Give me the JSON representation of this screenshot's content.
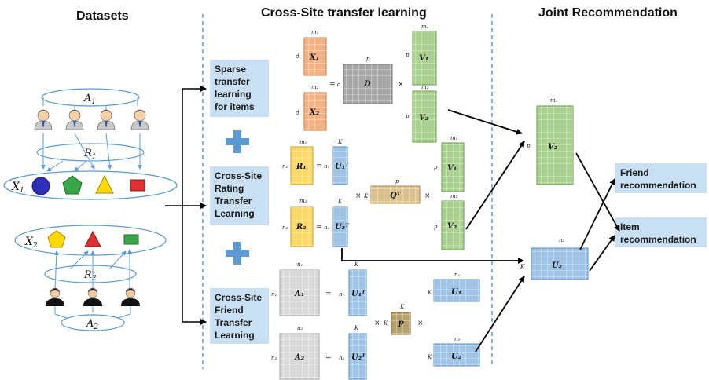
{
  "headers": {
    "datasets": "Datasets",
    "transfer": "Cross-Site transfer learning",
    "joint": "Joint Recommendation"
  },
  "blocks": {
    "sparse": "Sparse transfer learning for items",
    "rating": "Cross-Site Rating Transfer Learning",
    "friend": "Cross-Site Friend Transfer Learning"
  },
  "outputs": {
    "friend_rec": "Friend recommendation",
    "item_rec": "Item recommendation"
  },
  "datasets": {
    "A1": "A",
    "A1_sub": "1",
    "R1": "R",
    "R1_sub": "1",
    "X1": "X",
    "X1_sub": "1",
    "X2": "X",
    "X2_sub": "2",
    "R2": "R",
    "R2_sub": "2",
    "A2": "A",
    "A2_sub": "2"
  },
  "matrices": {
    "X1": "X₁",
    "X2": "X₂",
    "D": "D",
    "V1": "V₁",
    "V2": "V₂",
    "R1": "R₁",
    "R2": "R₂",
    "U1T": "U₁ᵀ",
    "U2T": "U₂ᵀ",
    "QT": "Qᵀ",
    "A1": "A₁",
    "A2": "A₂",
    "P": "P",
    "U1": "U₁",
    "U2": "U₂"
  },
  "dims": {
    "m1": "m₁",
    "m2": "m₂",
    "n1": "n₁",
    "n2": "n₂",
    "d": "d",
    "p": "p",
    "K": "K"
  },
  "symbols": {
    "eq": "=",
    "times": "×"
  },
  "colors": {
    "orange": "#f4b183",
    "gray": "#a6a6a6",
    "green": "#a9d18e",
    "yellow": "#ffd966",
    "blue": "#9dc3e6",
    "tan": "#dcc28a",
    "lightgray": "#d9d9d9",
    "olive": "#b5a06a",
    "divider": "#5b9bd5",
    "accent_blue": "#4472c4",
    "box_fill": "#c9dff3"
  }
}
